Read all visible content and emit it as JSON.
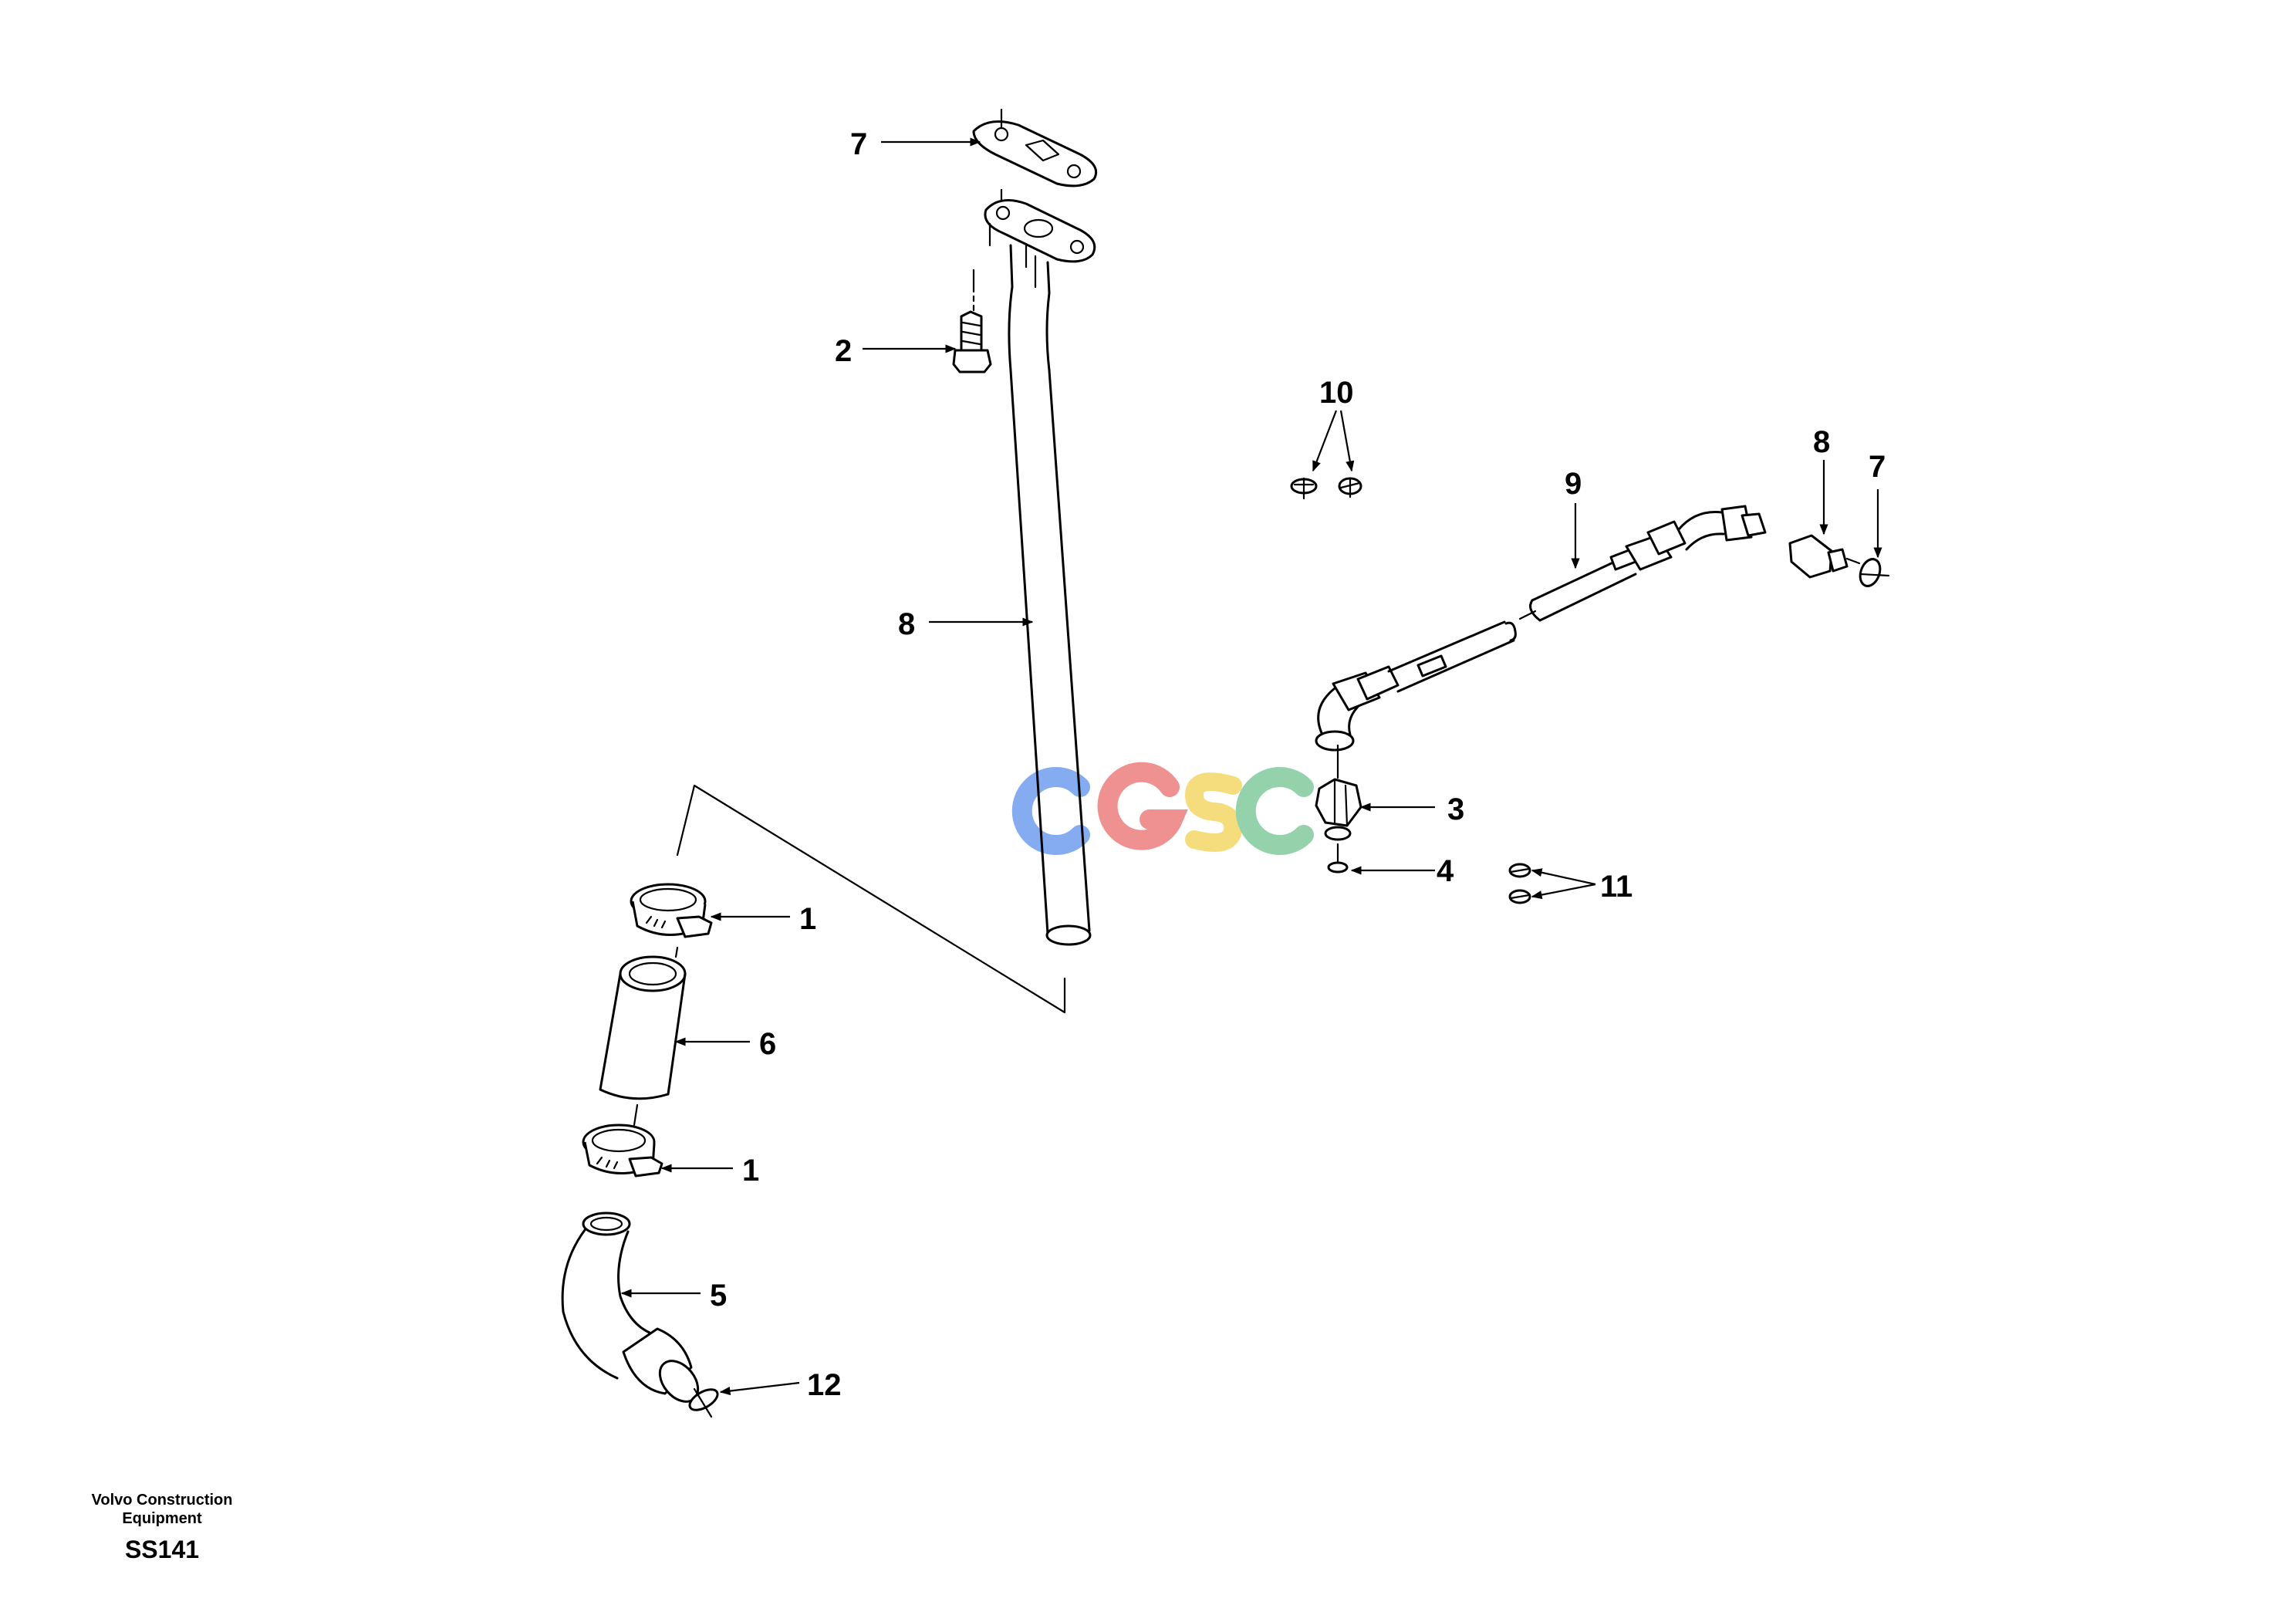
{
  "callouts": {
    "c7_top": "7",
    "c2": "2",
    "c8_left": "8",
    "c10": "10",
    "c9": "9",
    "c8_right": "8",
    "c7_right": "7",
    "c3": "3",
    "c4": "4",
    "c11": "11",
    "c1_top": "1",
    "c6": "6",
    "c1_bottom": "1",
    "c5": "5",
    "c12": "12"
  },
  "watermark": {
    "text": "CGSC",
    "colors": [
      "#7fa8f0",
      "#f08c8c",
      "#f5dc78",
      "#8fd0a8"
    ]
  },
  "footer": {
    "company": "Volvo Construction Equipment",
    "code": "SS141"
  }
}
